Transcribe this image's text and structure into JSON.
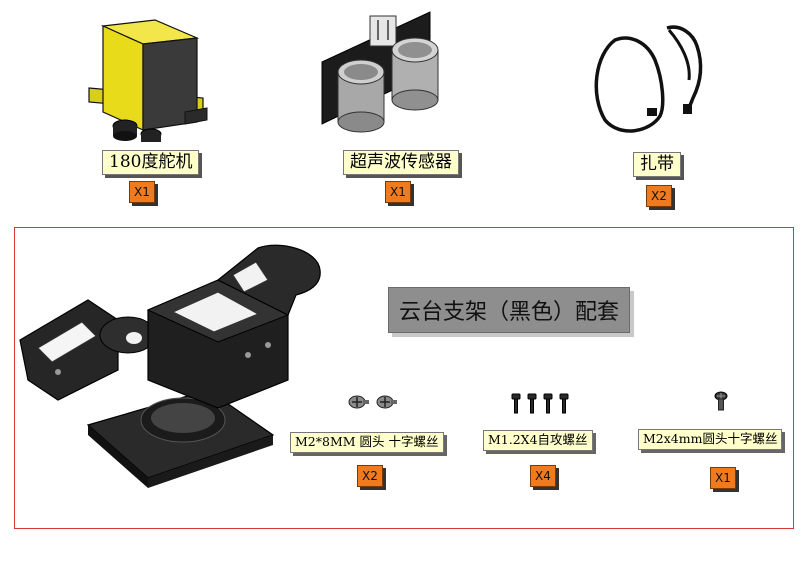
{
  "parts": {
    "servo": {
      "name": "180度舵机",
      "qty": "X1"
    },
    "ultrasonic": {
      "name": "超声波传感器",
      "qty": "X1"
    },
    "cable_tie": {
      "name": "扎带",
      "qty": "X2"
    }
  },
  "kit": {
    "title": "云台支架（黑色）配套",
    "screw_a": {
      "name": "M2*8MM 圆头 十字螺丝",
      "qty": "X2"
    },
    "screw_b": {
      "name": "M1.2X4自攻螺丝",
      "qty": "X4"
    },
    "screw_c": {
      "name": "M2x4mm圆头十字螺丝",
      "qty": "X1"
    }
  },
  "colors": {
    "servo_yellow": "#e8dc1a",
    "label_bg": "#ffffcc",
    "qty_orange": "#f07a1e",
    "frame_red": "#d23a3a",
    "title_gray": "#8e8e8e"
  }
}
